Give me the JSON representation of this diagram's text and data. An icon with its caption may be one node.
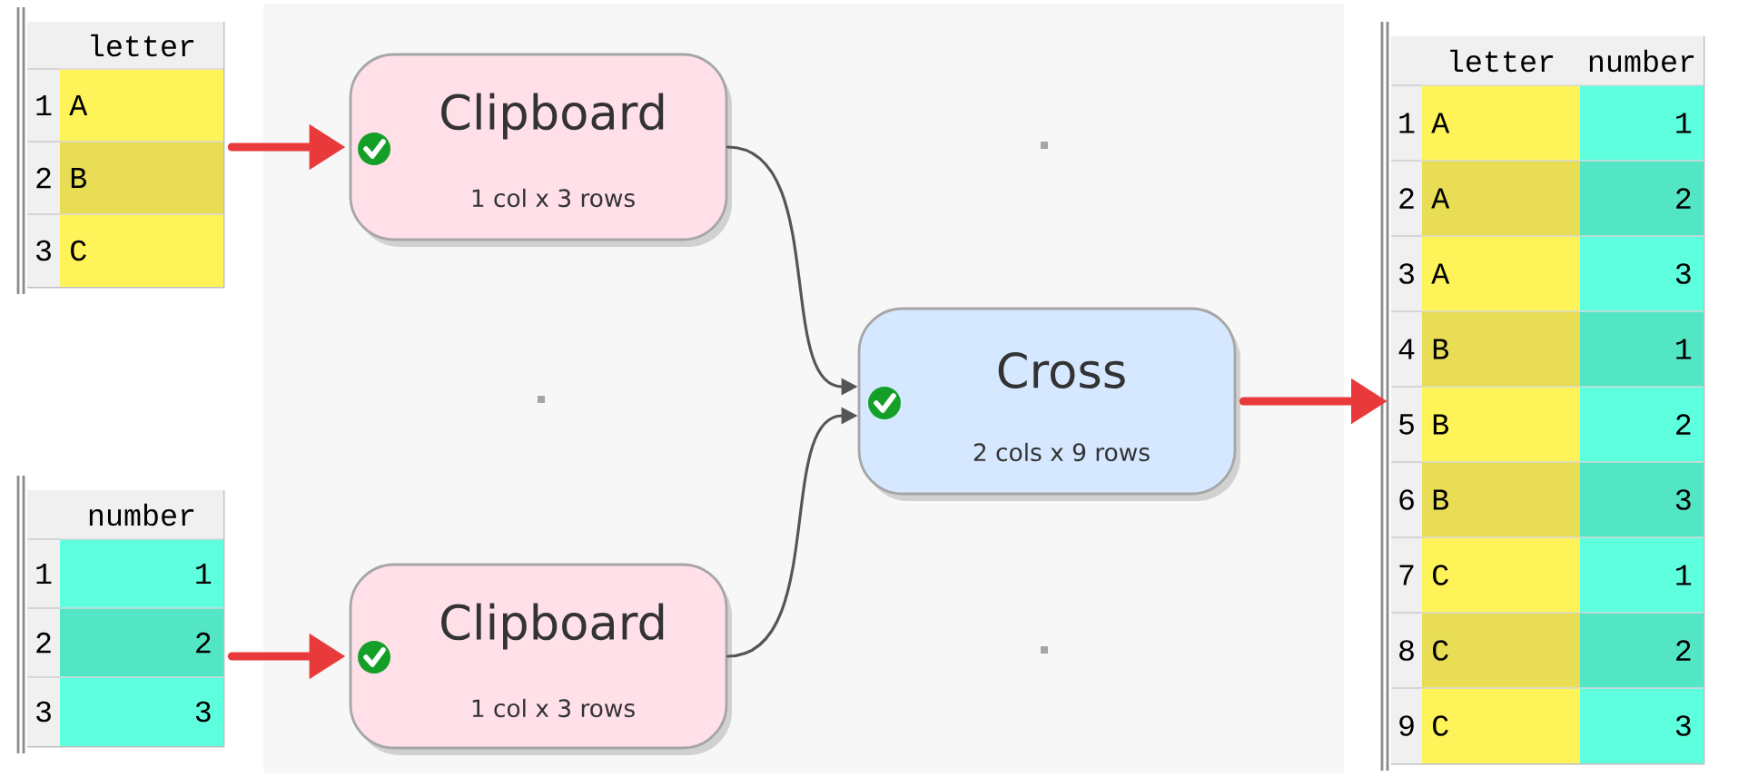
{
  "diagram": {
    "nodes": [
      {
        "text": [
          "letter",
          "1",
          "A",
          "2",
          "B",
          "3",
          "C"
        ]
      },
      {
        "text": [
          "Clipboard",
          "1 col x 3 rows"
        ]
      },
      {
        "text": [
          "number",
          "1",
          "1",
          "2",
          "2",
          "3",
          "3"
        ]
      },
      {
        "text": [
          "Clipboard",
          "1 col x 3 rows"
        ]
      },
      {
        "text": [
          "Cross",
          "2 cols x 9 rows"
        ]
      },
      {
        "text": [
          "letter",
          "number",
          "1",
          "A",
          "1",
          "2",
          "A",
          "2",
          "3",
          "A",
          "3",
          "4",
          "B",
          "1",
          "5",
          "B",
          "2",
          "6",
          "B",
          "3",
          "7",
          "C",
          "1",
          "8",
          "C",
          "2",
          "9",
          "C",
          "3"
        ]
      }
    ],
    "edges": [
      {
        "from": 0,
        "to": 1,
        "arrow": "to"
      },
      {
        "from": 2,
        "to": 3,
        "arrow": "to"
      },
      {
        "from": 1,
        "to": 4,
        "arrow": "to",
        "color": "#555555"
      },
      {
        "from": 3,
        "to": 4,
        "arrow": "to",
        "color": "#555555"
      },
      {
        "from": 4,
        "to": 5,
        "arrow": "to"
      }
    ]
  }
}
